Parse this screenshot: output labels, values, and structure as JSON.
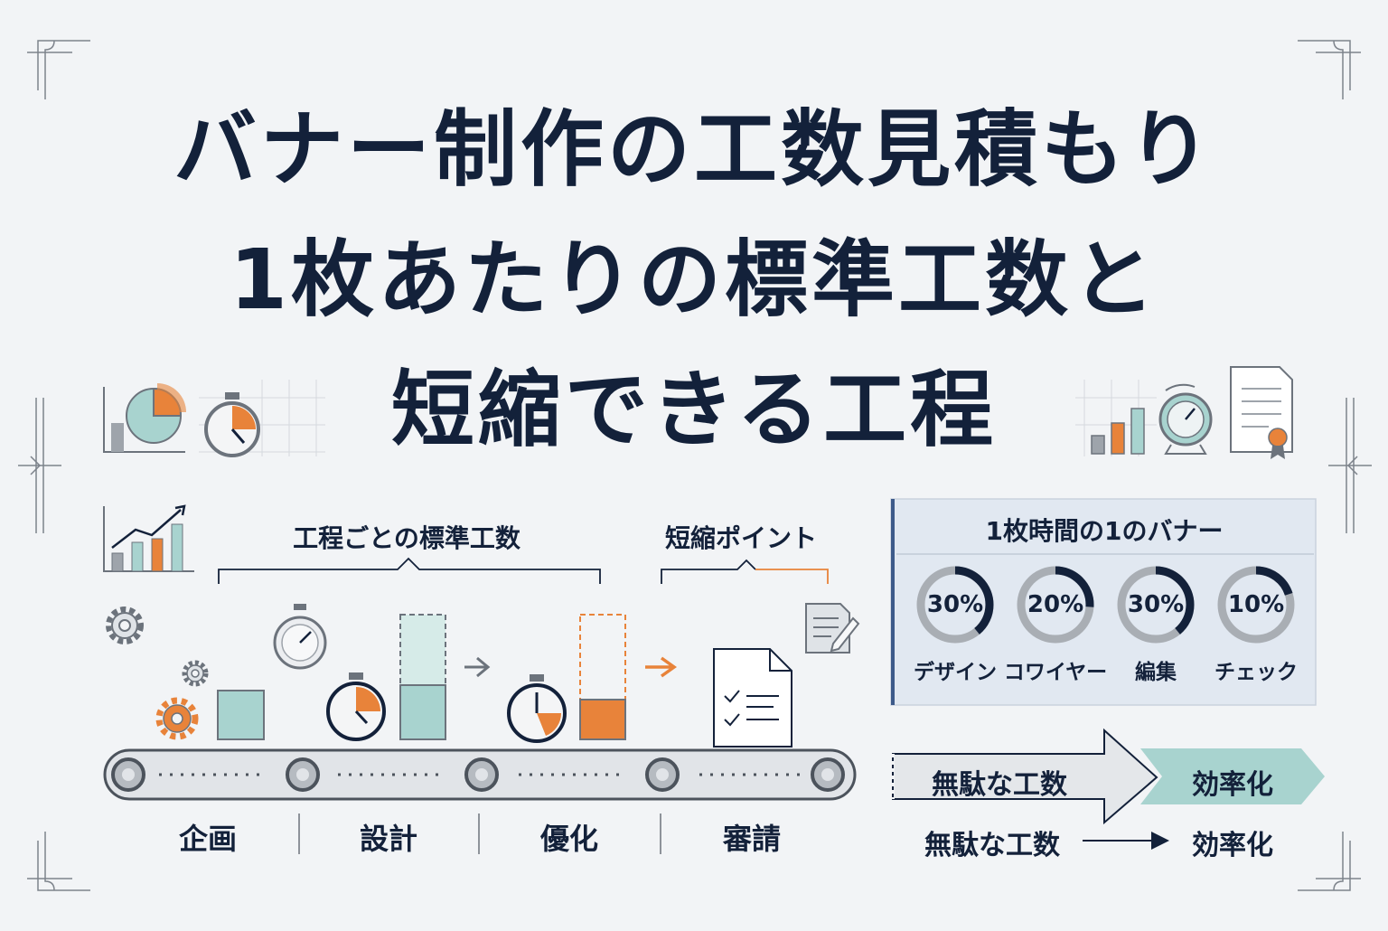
{
  "title": {
    "line1": "バナー制作の工数見積もり",
    "line2": "1枚あたりの標準工数と",
    "line3": "短縮できる工程"
  },
  "process": {
    "header_standard": "工程ごとの標準工数",
    "header_shortcut": "短縮ポイント",
    "stages": [
      "企画",
      "設計",
      "優化",
      "審請"
    ]
  },
  "panel": {
    "title": "1枚時間の1のバナー",
    "items": [
      {
        "percent": "30%",
        "value": 30,
        "label": "デザイン"
      },
      {
        "percent": "20%",
        "value": 20,
        "label": "コワイヤー"
      },
      {
        "percent": "30%",
        "value": 30,
        "label": "編集"
      },
      {
        "percent": "10%",
        "value": 10,
        "label": "チェック"
      }
    ]
  },
  "flow": {
    "banner_from": "無駄な工数",
    "banner_to": "効率化",
    "row_from": "無駄な工数",
    "row_to": "効率化"
  },
  "colors": {
    "navy": "#13213a",
    "teal": "#a8d3cf",
    "orange": "#e8833a",
    "gray": "#8a8f96",
    "panel_bg": "#e1e8f1",
    "panel_border": "#3d5a8a"
  }
}
